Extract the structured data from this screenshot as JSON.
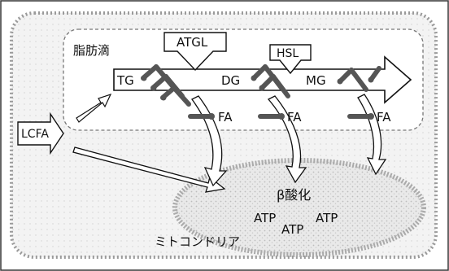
{
  "labels": {
    "lipid_droplet": "脂肪滴",
    "atgl": "ATGL",
    "hsl": "HSL",
    "tg": "TG",
    "dg": "DG",
    "mg": "MG",
    "fa_1": "FA",
    "fa_2": "FA",
    "fa_3": "FA",
    "lcfa": "LCFA",
    "beta_oxidation": "β酸化",
    "atp_1": "ATP",
    "atp_2": "ATP",
    "atp_3": "ATP",
    "mitochondria": "ミトコンドリア"
  }
}
